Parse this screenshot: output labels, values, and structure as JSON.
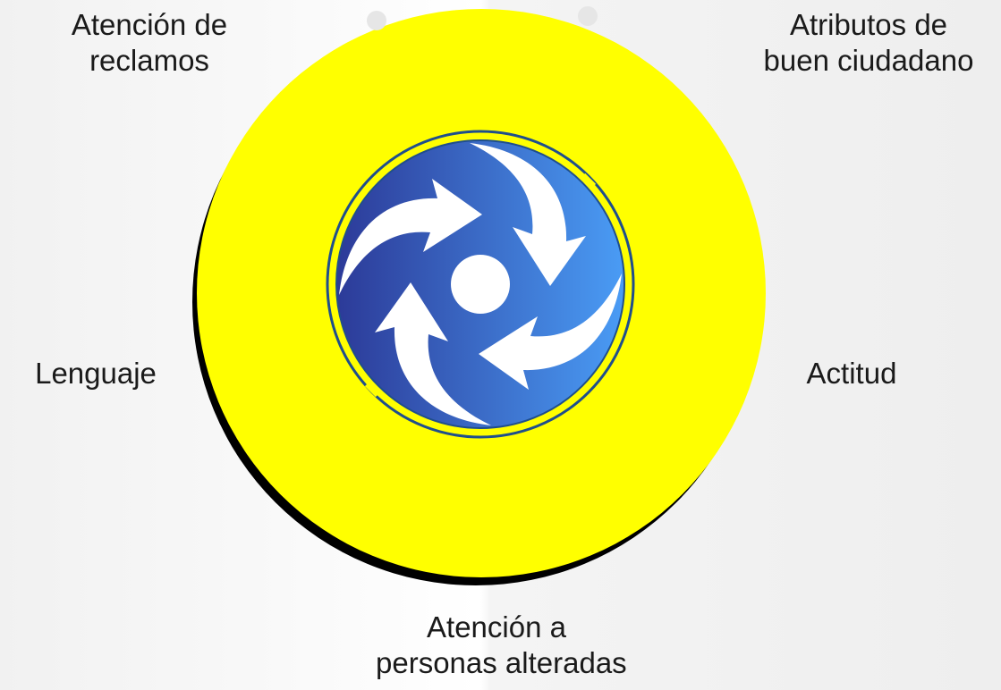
{
  "labels": {
    "top_left": [
      "Atención de",
      "reclamos"
    ],
    "top_right": [
      "Atributos de",
      "buen ciudadano"
    ],
    "left": "Lenguaje",
    "right": "Actitud",
    "bottom": [
      "Atención a",
      "personas alteradas"
    ]
  },
  "colors": {
    "ring_fill": "#ffff00",
    "ring_shadow": "#000000",
    "inner_blue_dark": "#2c3a98",
    "inner_blue_light": "#4a9cf5",
    "arrow_fill": "#ffffff",
    "outline": "#1f4e8c"
  },
  "icons": [
    "curved-arrow-icon",
    "center-circle-icon"
  ]
}
